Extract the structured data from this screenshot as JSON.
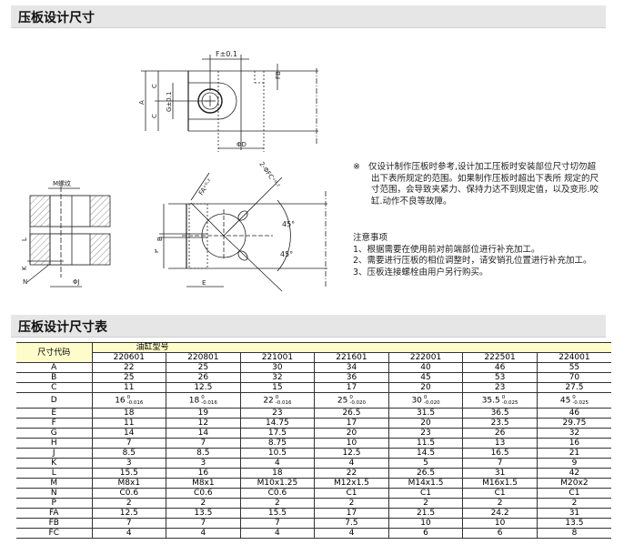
{
  "section1_title": "压板设计尺寸",
  "section2_title": "压板设计尺寸表",
  "drawing_labels": {
    "f": "F±0.1",
    "fb": "FB",
    "a": "A",
    "c1": "C",
    "c2": "C",
    "g": "G±0.1",
    "d": "ΦD",
    "m": "M螺纹",
    "l": "L",
    "k": "K",
    "n": "N",
    "j": "ΦJ",
    "fa": "FA⁺⁰·²",
    "fc": "2-ΦFC⁺⁰·²",
    "angle1": "45°",
    "angle2": "45°",
    "b": "B",
    "p": "P",
    "e": "E"
  },
  "notes": {
    "mark": "※",
    "warning": "仅设计制作压板时参考,设计加工压板时安装部位尺寸切勿超出下表所规定的范围。如果制作压板时超出下表所 规定的尺寸范围，会导致夹紧力、保持力达不到规定值，以及变形.咬缸.动作不良等故障。",
    "caution_title": "注意事项",
    "items": [
      "1、根据需要在使用前对前端部位进行补充加工。",
      "2、需要进行压板的相位调整时，请安销孔位置进行补充加工。",
      "3、压板连接螺栓由用户另行购买。"
    ]
  },
  "table": {
    "code_header": "尺寸代码",
    "group_header": "油缸型号",
    "models": [
      "220601",
      "220801",
      "221001",
      "221601",
      "222001",
      "222501",
      "224001"
    ],
    "rows": [
      {
        "code": "A",
        "values": [
          "22",
          "25",
          "30",
          "34",
          "40",
          "46",
          "55"
        ]
      },
      {
        "code": "B",
        "values": [
          "25",
          "26",
          "32",
          "36",
          "45",
          "53",
          "70"
        ]
      },
      {
        "code": "C",
        "values": [
          "11",
          "12.5",
          "15",
          "17",
          "20",
          "23",
          "27.5"
        ]
      },
      {
        "code": "D",
        "tol": true,
        "values": [
          {
            "base": "16",
            "upper": "0",
            "lower": "-0.016"
          },
          {
            "base": "18",
            "upper": "0",
            "lower": "-0.016"
          },
          {
            "base": "22",
            "upper": "0",
            "lower": "-0.016"
          },
          {
            "base": "25",
            "upper": "0",
            "lower": "-0.020"
          },
          {
            "base": "30",
            "upper": "0",
            "lower": "-0.020"
          },
          {
            "base": "35.5",
            "upper": "0",
            "lower": "-0.025"
          },
          {
            "base": "45",
            "upper": "0",
            "lower": "-0.025"
          }
        ]
      },
      {
        "code": "E",
        "values": [
          "18",
          "19",
          "23",
          "26.5",
          "31.5",
          "36.5",
          "46"
        ]
      },
      {
        "code": "F",
        "values": [
          "11",
          "12",
          "14.75",
          "17",
          "20",
          "23.5",
          "29.75"
        ]
      },
      {
        "code": "G",
        "values": [
          "14",
          "14",
          "17.5",
          "20",
          "23",
          "26",
          "32"
        ]
      },
      {
        "code": "H",
        "values": [
          "7",
          "7",
          "8.75",
          "10",
          "11.5",
          "13",
          "16"
        ]
      },
      {
        "code": "J",
        "values": [
          "8.5",
          "8.5",
          "10.5",
          "12.5",
          "14.5",
          "16.5",
          "21"
        ]
      },
      {
        "code": "K",
        "values": [
          "3",
          "3",
          "4",
          "4",
          "5",
          "7",
          "9"
        ]
      },
      {
        "code": "L",
        "values": [
          "15.5",
          "16",
          "18",
          "22",
          "26.5",
          "31",
          "42"
        ]
      },
      {
        "code": "M",
        "values": [
          "M8x1",
          "M8x1",
          "M10x1.25",
          "M12x1.5",
          "M14x1.5",
          "M16x1.5",
          "M20x2"
        ]
      },
      {
        "code": "N",
        "values": [
          "C0.6",
          "C0.6",
          "C0.6",
          "C1",
          "C1",
          "C1",
          "C1"
        ]
      },
      {
        "code": "P",
        "values": [
          "2",
          "2",
          "2",
          "2",
          "2",
          "2",
          "2"
        ]
      },
      {
        "code": "FA",
        "values": [
          "12.5",
          "13.5",
          "15.5",
          "17",
          "21.5",
          "24.2",
          "31"
        ]
      },
      {
        "code": "FB",
        "values": [
          "7",
          "7",
          "7",
          "7.5",
          "10",
          "10",
          "13.5"
        ]
      },
      {
        "code": "FC",
        "values": [
          "4",
          "4",
          "4",
          "4",
          "6",
          "6",
          "8"
        ]
      }
    ]
  }
}
